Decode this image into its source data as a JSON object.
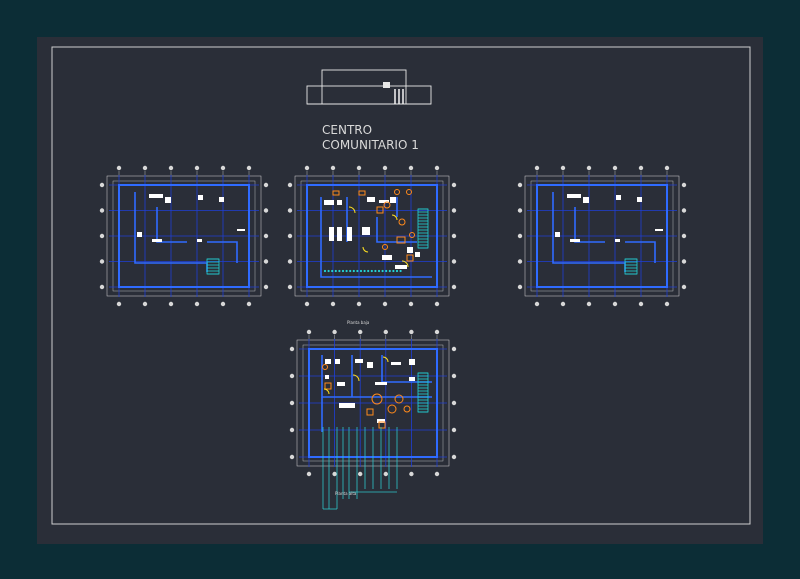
{
  "sheet": {
    "title_line1": "CENTRO",
    "title_line2": "COMUNITARIO 1"
  },
  "plans": {
    "ground_floor_label": "Planta baja",
    "upper_floor_label": "Planta alta"
  },
  "colors": {
    "background": "#2a2e38",
    "frame": "#cfcfcf",
    "grid_lines": "#1f3fd6",
    "walls": "#2f6bff",
    "dimension_lines": "#d8d8d8",
    "furniture_white": "#ffffff",
    "furniture_orange": "#ff8a1c",
    "furniture_yellow": "#ffe020",
    "stairs": "#22d3d6",
    "ramp": "#2ec4c8"
  }
}
